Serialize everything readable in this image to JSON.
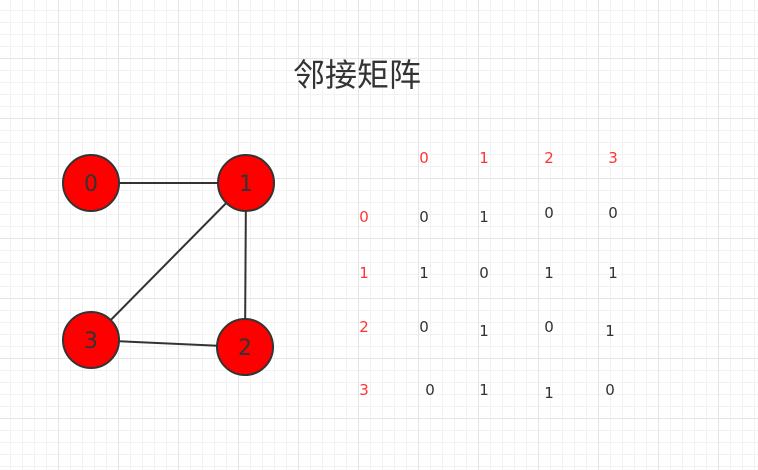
{
  "title": "邻接矩阵",
  "colors": {
    "node_fill": "#ff0000",
    "node_stroke": "#333333",
    "edge": "#333333",
    "header": "#ff3333",
    "cell_text": "#333333"
  },
  "graph": {
    "nodes": [
      {
        "id": "0",
        "label": "0"
      },
      {
        "id": "1",
        "label": "1"
      },
      {
        "id": "2",
        "label": "2"
      },
      {
        "id": "3",
        "label": "3"
      }
    ],
    "edges": [
      {
        "from": "0",
        "to": "1"
      },
      {
        "from": "1",
        "to": "3"
      },
      {
        "from": "1",
        "to": "2"
      },
      {
        "from": "3",
        "to": "2"
      }
    ]
  },
  "matrix": {
    "col_headers": [
      "0",
      "1",
      "2",
      "3"
    ],
    "row_headers": [
      "0",
      "1",
      "2",
      "3"
    ],
    "rows": [
      [
        "0",
        "1",
        "0",
        "0"
      ],
      [
        "1",
        "0",
        "1",
        "1"
      ],
      [
        "0",
        "1",
        "0",
        "1"
      ],
      [
        "0",
        "1",
        "1",
        "0"
      ]
    ]
  }
}
